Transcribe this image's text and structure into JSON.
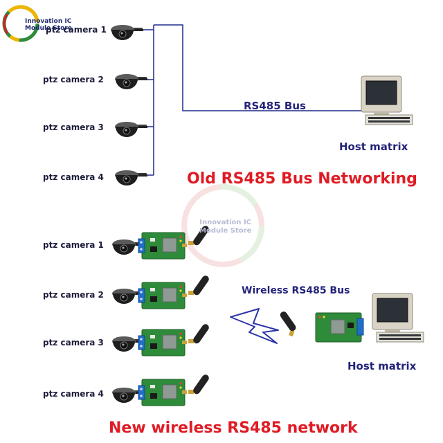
{
  "logo": {
    "line1": "Innovation IC",
    "line2": "Module Store"
  },
  "watermark": {
    "line1": "Innovation IC",
    "line2": "Module Store"
  },
  "old_section": {
    "cameras": [
      "ptz camera 1",
      "ptz camera 2",
      "ptz camera 3",
      "ptz camera 4"
    ],
    "bus_label": "RS485 Bus",
    "host_label": "Host matrix",
    "title": "Old RS485 Bus Networking"
  },
  "new_section": {
    "cameras": [
      "ptz camera 1",
      "ptz camera 2",
      "ptz camera 3",
      "ptz camera 4"
    ],
    "bus_label": "Wireless RS485 Bus",
    "host_label": "Host matrix",
    "title": "New wireless RS485 network"
  },
  "colors": {
    "title_red": "#e01b24",
    "bus_line": "#1f2a8a",
    "label_navy": "#23237a",
    "board_green": "#2e8b3a",
    "terminal_blue": "#1f6fc9"
  }
}
